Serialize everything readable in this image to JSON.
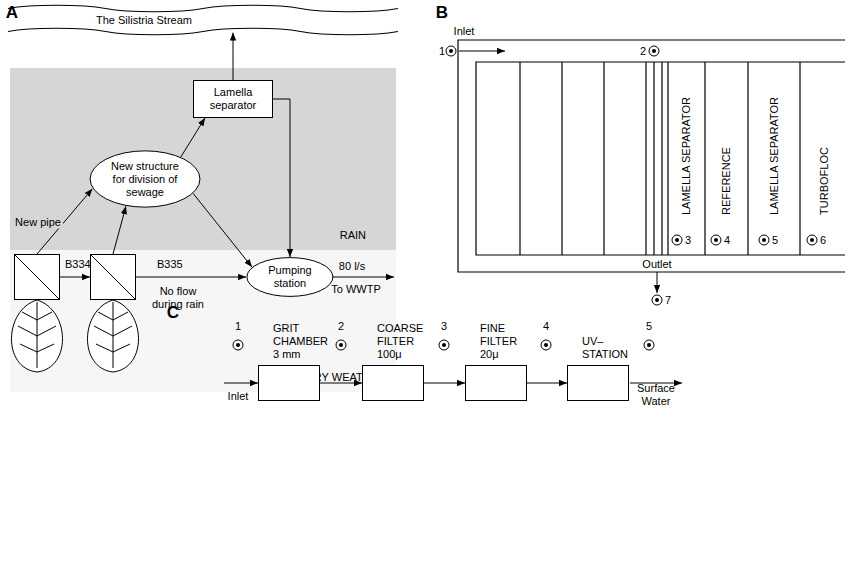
{
  "diagram": {
    "nodes": [
      {
        "text": [
          "The Silistria Stream"
        ]
      },
      {
        "text": [
          "RAIN"
        ]
      },
      {
        "text": [
          "Lamella separator"
        ],
        "in": 1
      },
      {
        "text": [
          "New structure for division of sewage"
        ],
        "in": 1
      },
      {
        "text": [
          "DRY WEATHER"
        ]
      },
      {
        "text": [
          "B334"
        ],
        "in": 4
      },
      {
        "text": [
          "B335"
        ],
        "in": 4
      },
      {
        "text": [
          "Pumping station"
        ],
        "in": 4
      },
      {
        "text": [
          "GRIT CHAMBER",
          "3 mm"
        ]
      },
      {
        "text": [
          "COARSE FILTER",
          "100μ"
        ]
      },
      {
        "text": [
          "FINE FILTER",
          "20μ"
        ]
      },
      {
        "text": [
          "UV–STATION"
        ]
      }
    ],
    "edges": [
      {
        "from": 2,
        "to": 0,
        "arrow": "to"
      },
      {
        "from": 3,
        "to": 2,
        "arrow": "to"
      },
      {
        "from": 3,
        "to": 7,
        "arrow": "to"
      },
      {
        "from": 2,
        "to": 7,
        "arrow": "to"
      },
      {
        "from": 5,
        "to": 3,
        "arrow": "to",
        "label": "New pipe"
      },
      {
        "from": 6,
        "to": 3,
        "arrow": "to"
      },
      {
        "from": 5,
        "to": 6,
        "arrow": "to"
      },
      {
        "from": 6,
        "to": 7,
        "arrow": "to"
      },
      {
        "from": 8,
        "to": 9,
        "arrow": "to"
      },
      {
        "from": 9,
        "to": 10,
        "arrow": "to"
      },
      {
        "from": 10,
        "to": 11,
        "arrow": "to"
      }
    ],
    "labels": [
      "A",
      "No flow during rain",
      "80 l/s",
      "To WWTP",
      "B",
      "Inlet",
      "1",
      "2",
      "LAMELLA SEPARATOR",
      "REFERENCE",
      "LAMELLA SEPARATOR",
      "TURBOFLOC",
      "3",
      "4",
      "5",
      "6",
      "Outlet",
      "7",
      "C",
      "1",
      "2",
      "3",
      "4",
      "5",
      "Inlet",
      "Surface Water"
    ]
  }
}
